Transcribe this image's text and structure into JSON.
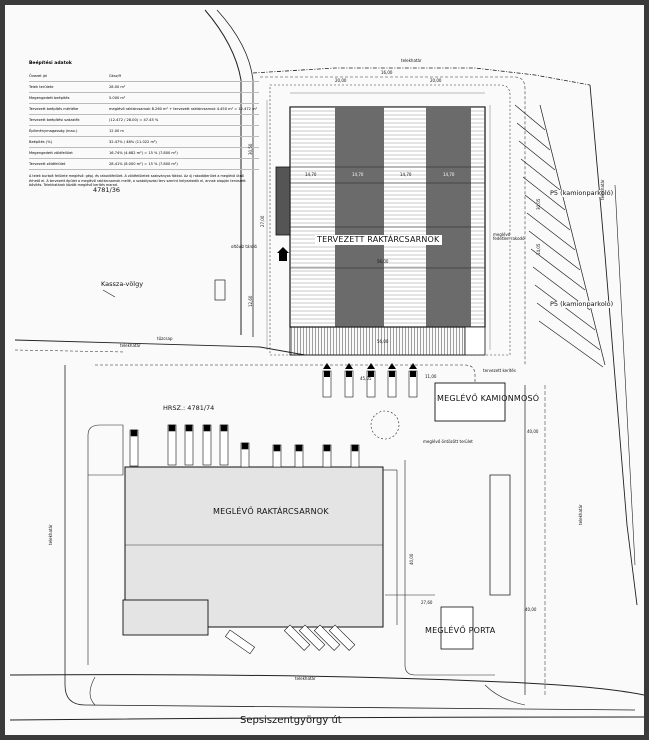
{
  "info_table": {
    "title": "Beépítési adatok",
    "rows": [
      {
        "key": "Övezet jel",
        "value": "Gksz/9"
      },
      {
        "key": "Telek területe",
        "value": "28.00 m²"
      },
      {
        "key": "Megengedett beépítés",
        "value": "5.000 m²"
      },
      {
        "key": "Tervezett beépítés mértéke",
        "value": "meglévő raktárcsarnok 8.260 m² + tervezett raktárcsarnok 4.450 m² = 12.472 m²"
      },
      {
        "key": "Tervezett beépítési százalék",
        "value": "(12.472 / 28.00) = 47.45 %"
      },
      {
        "key": "Építménymagasság (max.)",
        "value": "12.00 m"
      },
      {
        "key": "Beépítés (%)",
        "value": "32.47% / 48% (11.022 m²)"
      },
      {
        "key": "Megengedett zöldfelület",
        "value": "16.74% (4.682 m²) = 15 % (7.800 m²)"
      },
      {
        "key": "Tervezett zöldfelület",
        "value": "28.41% (8.000 m²) = 15 % (7.800 m²)"
      }
    ],
    "notes": "A telek burkolt felülete meglévő: gépj. és rakodófelület. A zöldfelületek szabványos fákkal. Az új rakodóterület a meglévő útról érhető el. A tervezett épület a meglévő raktárcsarnok mellé, a szabályozási terv szerint helyezkedik el, annak alapján tervezett bővítés. Telekhatárok között meglévő kerítés marad."
  },
  "labels": {
    "lot_4781_36": "4781/36",
    "kassza_volgy": "Kassza-völgy",
    "hrsz": "HRSZ.: 4781/74",
    "new_hall": "TERVEZETT RAKTÁRCSARNOK",
    "existing_hall": "MEGLÉVŐ RAKTÁRCSARNOK",
    "truck_wash": "MEGLÉVŐ KAMIONMOSÓ",
    "gatehouse": "MEGLÉVŐ PORTA",
    "parking_top": "P5 (kamionparkoló)",
    "parking_bottom": "P5 (kamionparkoló)",
    "street": "Sepsiszentgyörgy út",
    "telekhatar": "telekhatár",
    "bays": [
      "14,70",
      "14,70",
      "14,70",
      "14,70"
    ],
    "dim_total": "56,00",
    "dim_bottom": "56,00",
    "dim_top_a": "20,00",
    "dim_top_b": "16,00",
    "dim_top_c": "20,00",
    "dim_side": "27,00",
    "dim_open_area": "40,00",
    "dim_gate": "27,60",
    "dim_wash": "11,00",
    "dim_road": "45,05",
    "dim_right_a": "30,05",
    "dim_right_b": "14,05",
    "dim_right_c": "40,00",
    "dim_left_a": "30,50",
    "dim_left_b": "12,60",
    "dim_left_c": "40,00",
    "note_dock": "meglévő fedetlen rakodó",
    "note_fire": "oltóvíz tároló",
    "note_loading": "meglévő öntözött terület",
    "note_planned_fence": "tervezett kerítés",
    "note_fire_hydrant": "tűzcsap"
  },
  "colors": {
    "paper": "#fafafa",
    "line": "#222222",
    "dark_bay": "#555555",
    "light_bay": "#cfcfcf",
    "hall_fill": "#e6e6e6"
  }
}
